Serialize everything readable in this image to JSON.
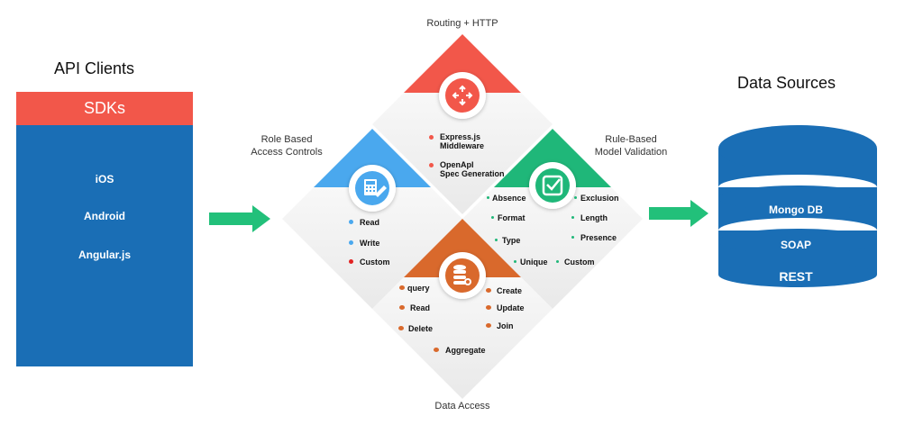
{
  "api_clients": {
    "title": "API Clients",
    "sdk_label": "SDKs",
    "clients": [
      "iOS",
      "Android",
      "Angular.js"
    ]
  },
  "data_sources": {
    "title": "Data Sources",
    "items": [
      "Mongo DB",
      "SOAP",
      "REST"
    ]
  },
  "routing": {
    "caption": "Routing + HTTP",
    "items": [
      {
        "lines": [
          "Express.js",
          "Middleware"
        ],
        "dot": "#f2574a"
      },
      {
        "lines": [
          "OpenApI",
          "Spec Generation"
        ],
        "dot": "#f2574a"
      }
    ]
  },
  "rbac": {
    "caption_lines": [
      "Role Based",
      "Access Controls"
    ],
    "items": [
      {
        "label": "Read",
        "dot": "#4aa8ee"
      },
      {
        "label": "Write",
        "dot": "#4aa8ee"
      },
      {
        "label": "Custom",
        "dot": "#e22222"
      }
    ]
  },
  "validation": {
    "caption_lines": [
      "Rule-Based",
      "Model Validation"
    ],
    "items_left": [
      "Absence",
      "Format",
      "Type",
      "Unique"
    ],
    "items_right": [
      "Exclusion",
      "Length",
      "Presence",
      "Custom"
    ]
  },
  "data_access": {
    "caption": "Data  Access",
    "items_left": [
      "query",
      "Read",
      "Delete"
    ],
    "items_right": [
      "Create",
      "Update",
      "Join"
    ],
    "items_bottom": [
      "Aggregate"
    ]
  },
  "colors": {
    "routing": "#f2574a",
    "rbac": "#4aa8ee",
    "validation": "#1fb779",
    "data_access": "#d9692c",
    "client_blue": "#1a6eb5",
    "sdk_red": "#f2574a",
    "arrow": "#22c07a",
    "db_blue": "#1a6eb5"
  },
  "icons": [
    "router-icon",
    "calculator-icon",
    "checkbox-icon",
    "database-icon"
  ]
}
